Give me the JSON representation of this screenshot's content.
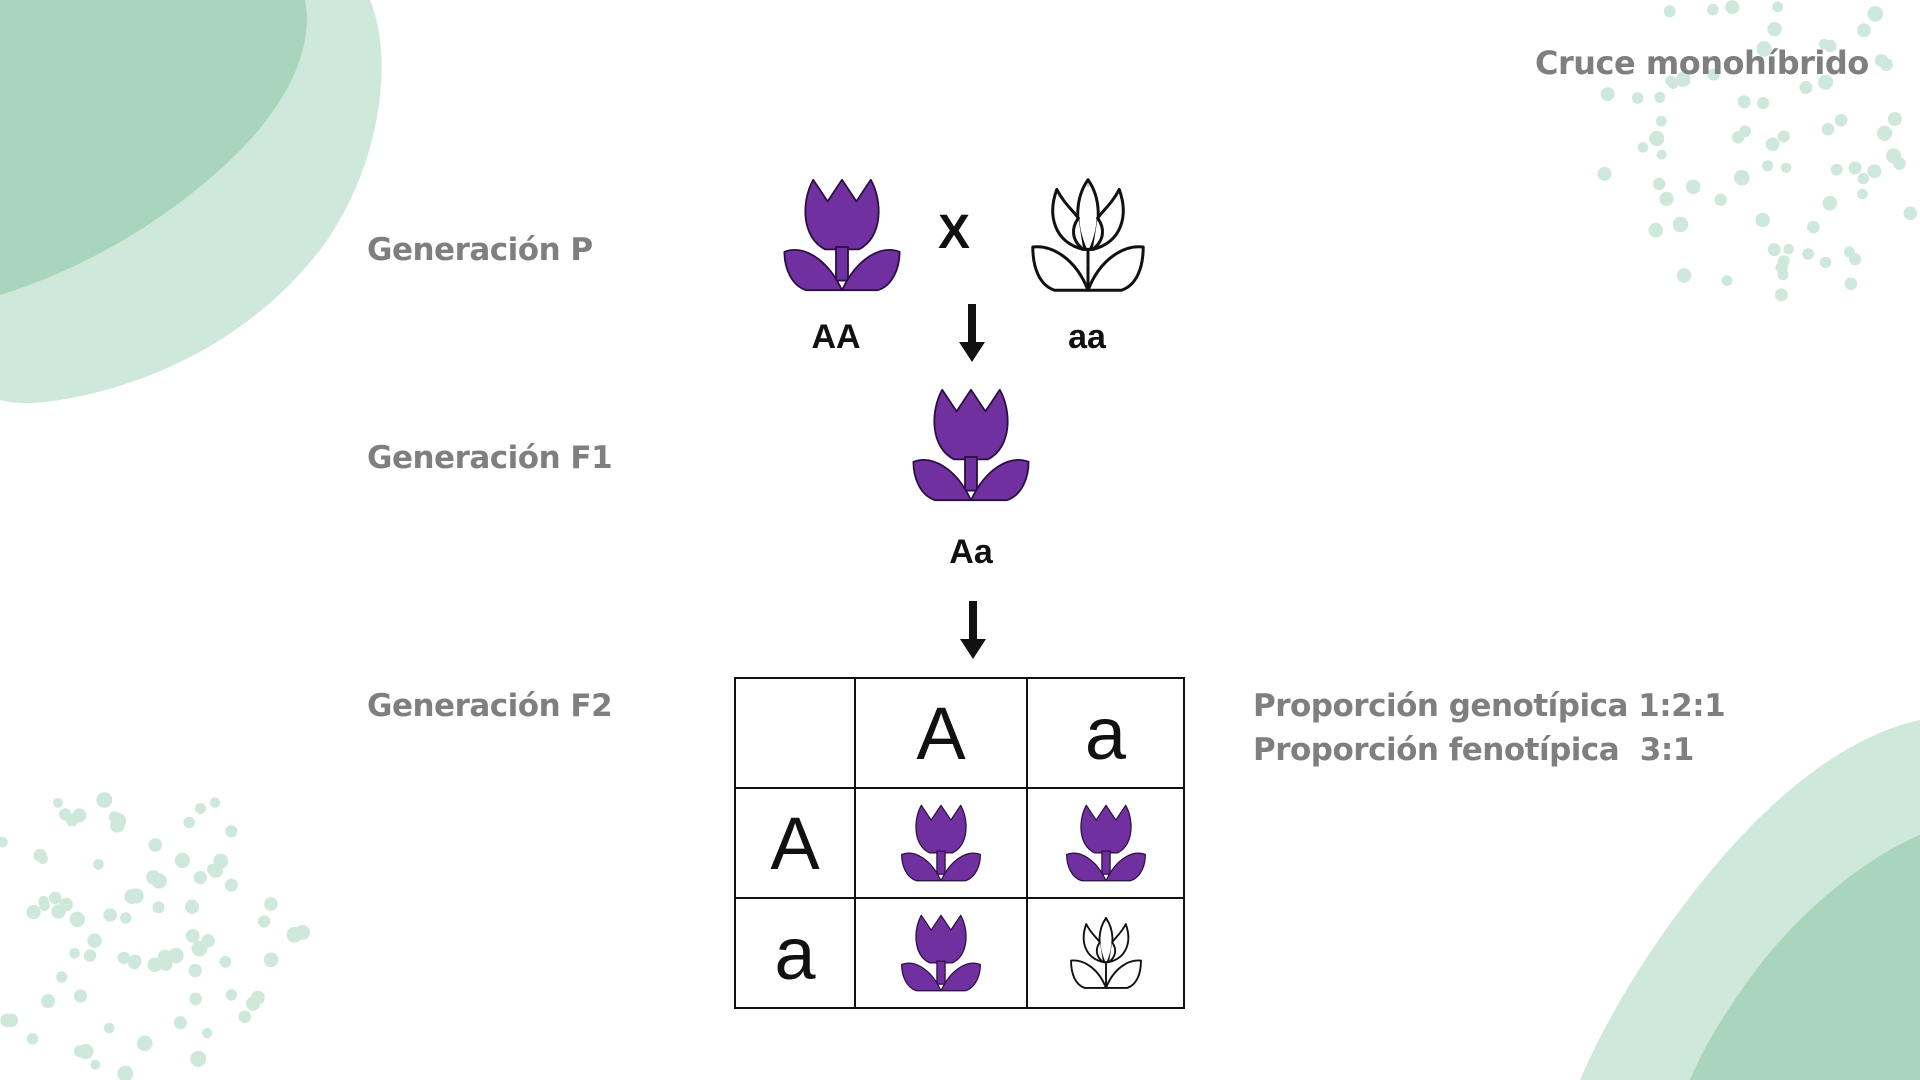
{
  "title": "Cruce monohíbrido",
  "generations": {
    "p": "Generación P",
    "f1": "Generación F1",
    "f2": "Generación F2"
  },
  "parents": {
    "left_genotype": "AA",
    "cross_symbol": "X",
    "right_genotype": "aa"
  },
  "f1": {
    "genotype": "Aa"
  },
  "punnett": {
    "col_alleles": [
      "A",
      "a"
    ],
    "row_alleles": [
      "A",
      "a"
    ]
  },
  "ratios": {
    "genotypic": "Proporción genotípica 1:2:1",
    "phenotypic": "Proporción fenotípica  3:1"
  },
  "colors": {
    "purple": "#7030a0",
    "label_gray": "#7f7f7f",
    "blob_dark": "#a8d5bb",
    "blob_light": "#cfe8dc",
    "dots": "#cfe8dc"
  }
}
